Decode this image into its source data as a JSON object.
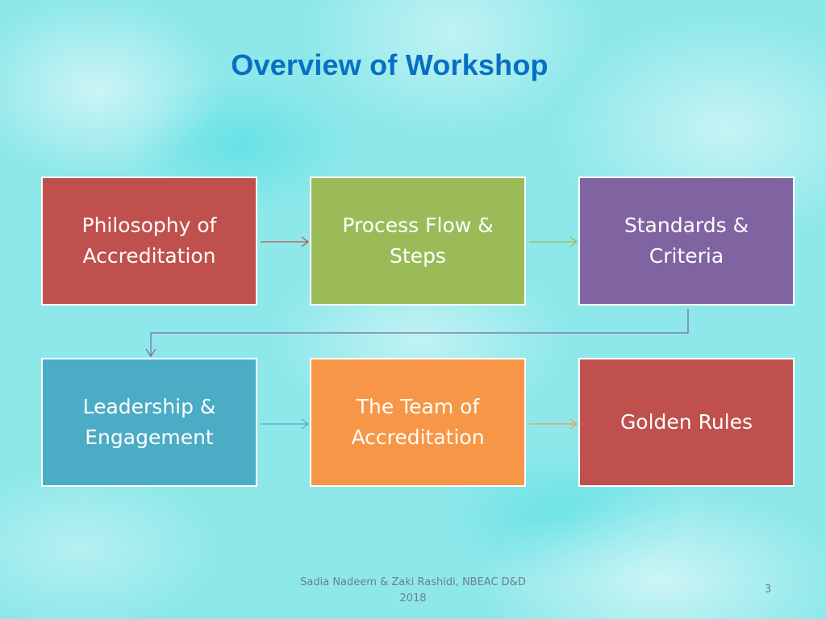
{
  "slide": {
    "title": "Overview of Workshop",
    "footer": "Sadia Nadeem & Zaki Rashidi, NBEAC D&D\n2018",
    "page_number": "3"
  },
  "flow": {
    "boxes": [
      {
        "label": "Philosophy of\nAccreditation",
        "color": "#c0504d"
      },
      {
        "label": "Process Flow &\nSteps",
        "color": "#9bbb59"
      },
      {
        "label": "Standards &\nCriteria",
        "color": "#8064a2"
      },
      {
        "label": "Leadership &\nEngagement",
        "color": "#4bacc6"
      },
      {
        "label": "The Team of\nAccreditation",
        "color": "#f79646"
      },
      {
        "label": "Golden Rules",
        "color": "#c0504d"
      }
    ],
    "connectors": [
      {
        "from": 0,
        "to": 1,
        "color": "#c0504d"
      },
      {
        "from": 1,
        "to": 2,
        "color": "#9bbb59"
      },
      {
        "from": 2,
        "to": 3,
        "color": "#8064a2"
      },
      {
        "from": 3,
        "to": 4,
        "color": "#4bacc6"
      },
      {
        "from": 4,
        "to": 5,
        "color": "#f79646"
      }
    ]
  },
  "colors": {
    "title": "#0a6fc2",
    "background": "#8ee8ea",
    "footer_text": "#6b7f8c"
  }
}
